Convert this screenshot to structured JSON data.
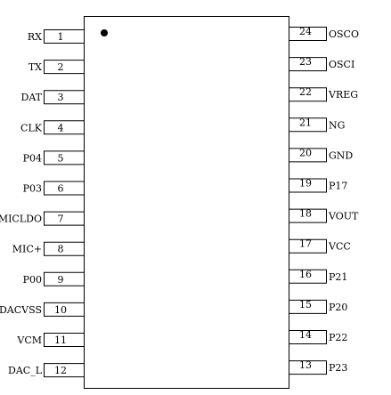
{
  "chip": {
    "left_pins": [
      {
        "num": "1",
        "label": "RX"
      },
      {
        "num": "2",
        "label": "TX"
      },
      {
        "num": "3",
        "label": "DAT"
      },
      {
        "num": "4",
        "label": "CLK"
      },
      {
        "num": "5",
        "label": "P04"
      },
      {
        "num": "6",
        "label": "P03"
      },
      {
        "num": "7",
        "label": "MICLDO"
      },
      {
        "num": "8",
        "label": "MIC+"
      },
      {
        "num": "9",
        "label": "P00"
      },
      {
        "num": "10",
        "label": "DACVSS"
      },
      {
        "num": "11",
        "label": "VCM"
      },
      {
        "num": "12",
        "label": "DAC_L"
      }
    ],
    "right_pins": [
      {
        "num": "24",
        "label": "OSCO"
      },
      {
        "num": "23",
        "label": "OSCI"
      },
      {
        "num": "22",
        "label": "VREG"
      },
      {
        "num": "21",
        "label": "NG"
      },
      {
        "num": "20",
        "label": "GND"
      },
      {
        "num": "19",
        "label": "P17"
      },
      {
        "num": "18",
        "label": "VOUT"
      },
      {
        "num": "17",
        "label": "VCC"
      },
      {
        "num": "16",
        "label": "P21"
      },
      {
        "num": "15",
        "label": "P20"
      },
      {
        "num": "14",
        "label": "P22"
      },
      {
        "num": "13",
        "label": "P23"
      }
    ]
  }
}
